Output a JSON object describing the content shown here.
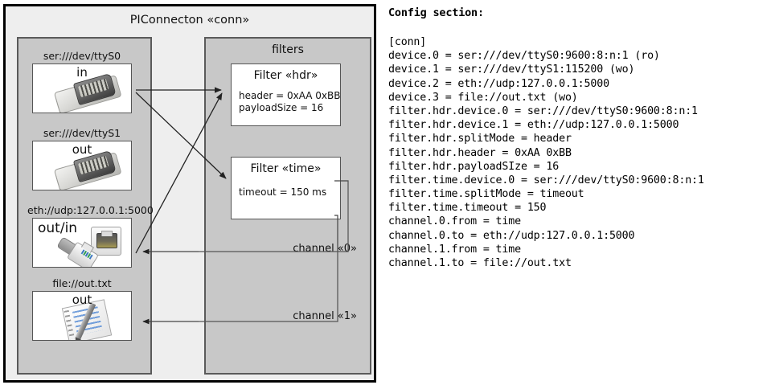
{
  "diagram": {
    "title": "PIConnecton «conn»",
    "devices_panel": {
      "name": "devices",
      "items": [
        {
          "label": "ser:///dev/ttyS0",
          "direction": "in",
          "icon": "serial-port-icon"
        },
        {
          "label": "ser:///dev/ttyS1",
          "direction": "out",
          "icon": "serial-port-icon"
        },
        {
          "label": "eth://udp:127.0.0.1:5000",
          "direction": "out/in",
          "icon": "ethernet-socket-icon"
        },
        {
          "label": "file://out.txt",
          "direction": "out",
          "icon": "notepad-icon"
        }
      ]
    },
    "filters_panel": {
      "title": "filters",
      "filters": [
        {
          "title": "Filter «hdr»",
          "props": [
            "header = 0xAA 0xBB",
            "payloadSize = 16"
          ]
        },
        {
          "title": "Filter «time»",
          "props": [
            "timeout = 150 ms"
          ]
        }
      ],
      "channels": [
        {
          "label": "channel «0»"
        },
        {
          "label": "channel «1»"
        }
      ]
    },
    "colors": {
      "frame_border": "#000000",
      "frame_fill": "#eeeeee",
      "panel_fill": "#c8c8c8",
      "panel_border": "#5a5a5a",
      "node_fill": "#ffffff",
      "connector": "#222222"
    }
  },
  "config": {
    "heading": "Config section:",
    "lines": [
      "[conn]",
      "device.0 = ser:///dev/ttyS0:9600:8:n:1 (ro)",
      "device.1 = ser:///dev/ttyS1:115200 (wo)",
      "device.2 = eth://udp:127.0.0.1:5000",
      "device.3 = file://out.txt (wo)",
      "filter.hdr.device.0 = ser:///dev/ttyS0:9600:8:n:1",
      "filter.hdr.device.1 = eth://udp:127.0.0.1:5000",
      "filter.hdr.splitMode = header",
      "filter.hdr.header = 0xAA 0xBB",
      "filter.hdr.payloadSIze = 16",
      "filter.time.device.0 = ser:///dev/ttyS0:9600:8:n:1",
      "filter.time.splitMode = timeout",
      "filter.time.timeout = 150",
      "channel.0.from = time",
      "channel.0.to = eth://udp:127.0.0.1:5000",
      "channel.1.from = time",
      "channel.1.to = file://out.txt"
    ]
  }
}
